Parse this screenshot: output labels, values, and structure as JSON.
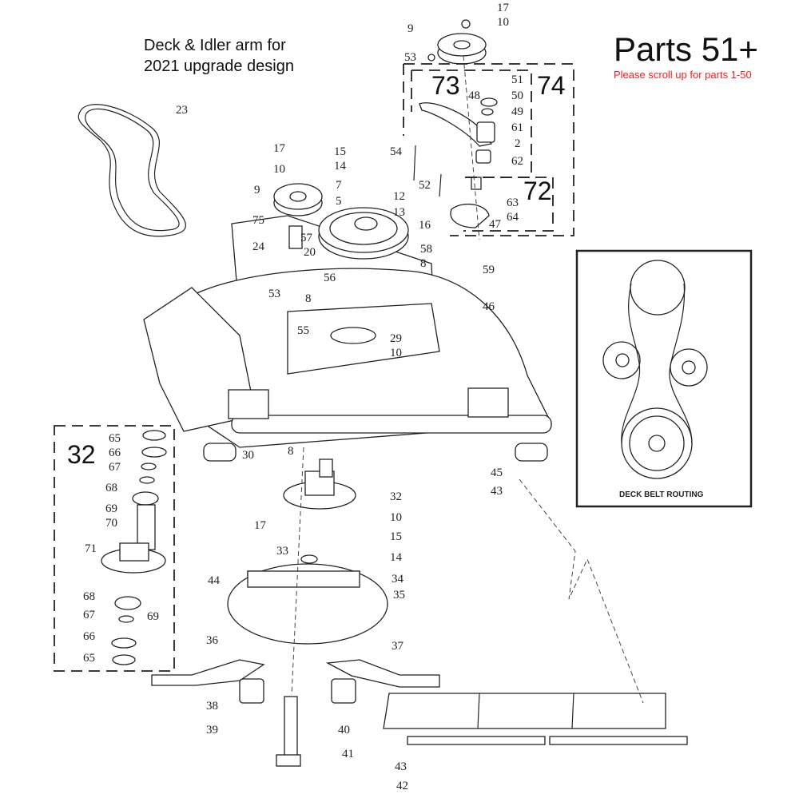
{
  "title_lines": [
    "Deck & Idler arm for",
    "2021 upgrade design"
  ],
  "heading": "Parts 51+",
  "subheading": "Please scroll up for parts 1-50",
  "subheading_color": "#ff1a1a",
  "inset_caption": "DECK BELT ROUTING",
  "group_labels": [
    "73",
    "74",
    "72",
    "32"
  ],
  "part_labels": [
    "17",
    "10",
    "9",
    "53",
    "51",
    "50",
    "49",
    "61",
    "2",
    "48",
    "62",
    "63",
    "64",
    "47",
    "54",
    "52",
    "58",
    "8",
    "59",
    "17",
    "10",
    "15",
    "14",
    "7",
    "5",
    "12",
    "13",
    "9",
    "16",
    "75",
    "24",
    "20",
    "57",
    "56",
    "53",
    "8",
    "55",
    "29",
    "10",
    "46",
    "23",
    "8",
    "30",
    "45",
    "43",
    "32",
    "10",
    "15",
    "14",
    "17",
    "33",
    "34",
    "35",
    "44",
    "36",
    "37",
    "38",
    "39",
    "40",
    "41",
    "43",
    "42",
    "65",
    "66",
    "67",
    "68",
    "69",
    "70",
    "71",
    "68",
    "69",
    "67",
    "66",
    "65"
  ]
}
